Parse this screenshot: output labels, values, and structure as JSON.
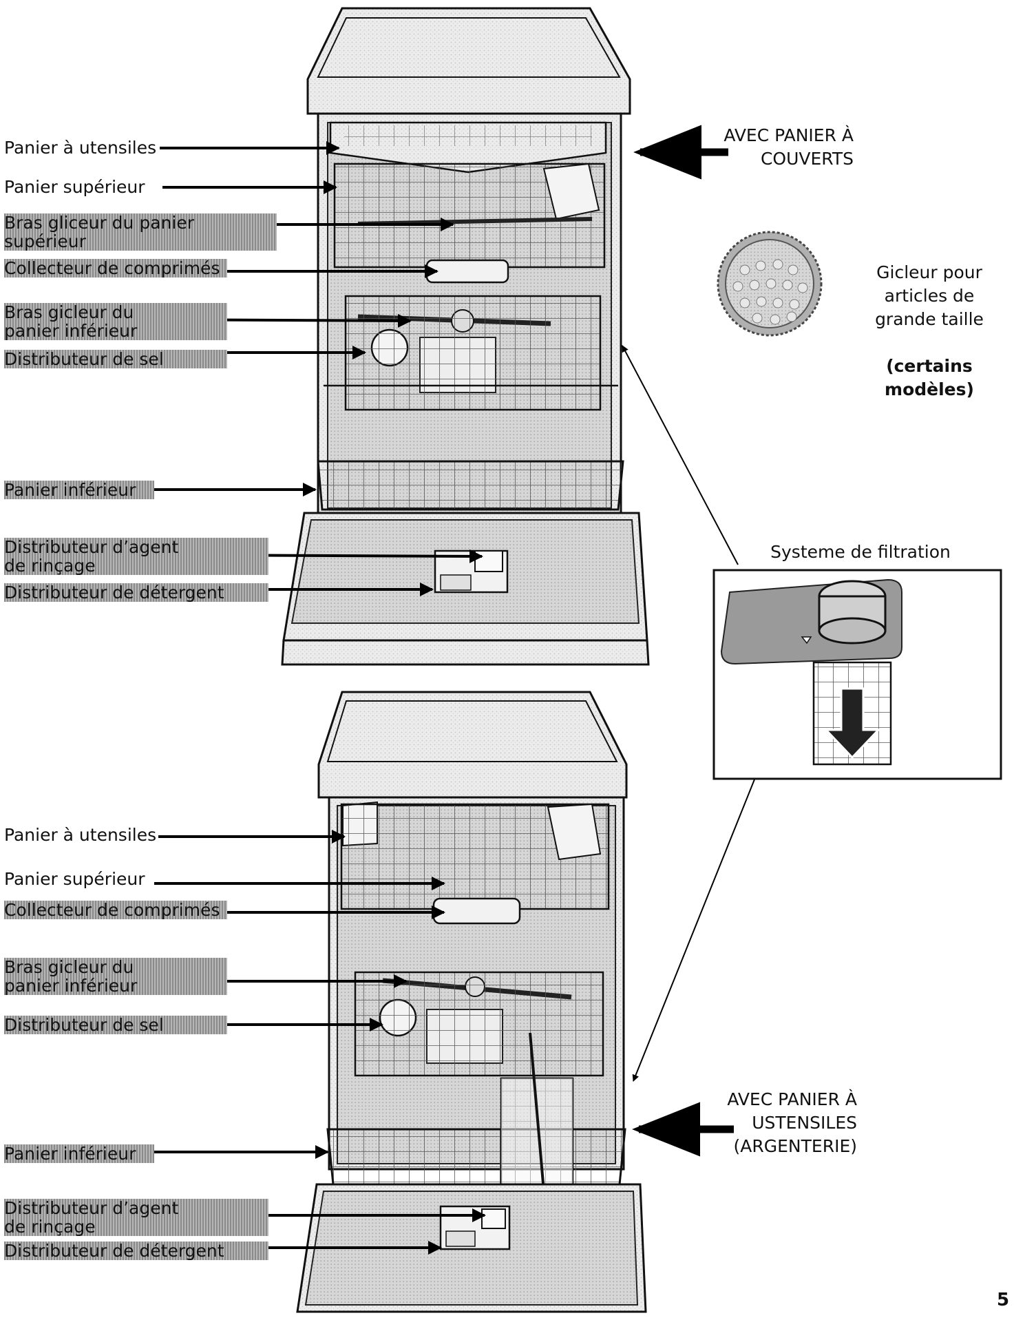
{
  "top_labels": {
    "utensil_basket": "Panier à utensiles",
    "upper_rack": "Panier supérieur",
    "upper_spray_arm": "Bras gliceur du panier supérieur",
    "tablet_collector": "Collecteur de comprimés",
    "lower_spray_arm": "Bras gicleur du\npanier inférieur",
    "salt_dispenser": "Distributeur de sel",
    "lower_rack": "Panier inférieur",
    "rinse_aid_dispenser": "Distributeur d’agent\nde rinçage",
    "detergent_dispenser": "Distributeur de détergent"
  },
  "bottom_labels": {
    "utensil_basket": "Panier à utensiles",
    "upper_rack": "Panier supérieur",
    "tablet_collector": "Collecteur de comprimés",
    "lower_spray_arm": "Bras gicleur du\npanier inférieur",
    "salt_dispenser": "Distributeur de sel",
    "lower_rack": "Panier inférieur",
    "rinse_aid_dispenser": "Distributeur d’agent\nde rinçage",
    "detergent_dispenser": "Distributeur de détergent"
  },
  "notes": {
    "top_variant": "AVEC PANIER À\nCOUVERTS",
    "bottom_variant": "AVEC PANIER À\nUSTENSILES\n(ARGENTERIE)",
    "large_items_sprayer": "Gicleur pour\narticles de\ngrande taille",
    "large_items_sprayer_note": "(certains modèles)",
    "filtration_system": "Systeme de filtration"
  },
  "page_number": "5"
}
